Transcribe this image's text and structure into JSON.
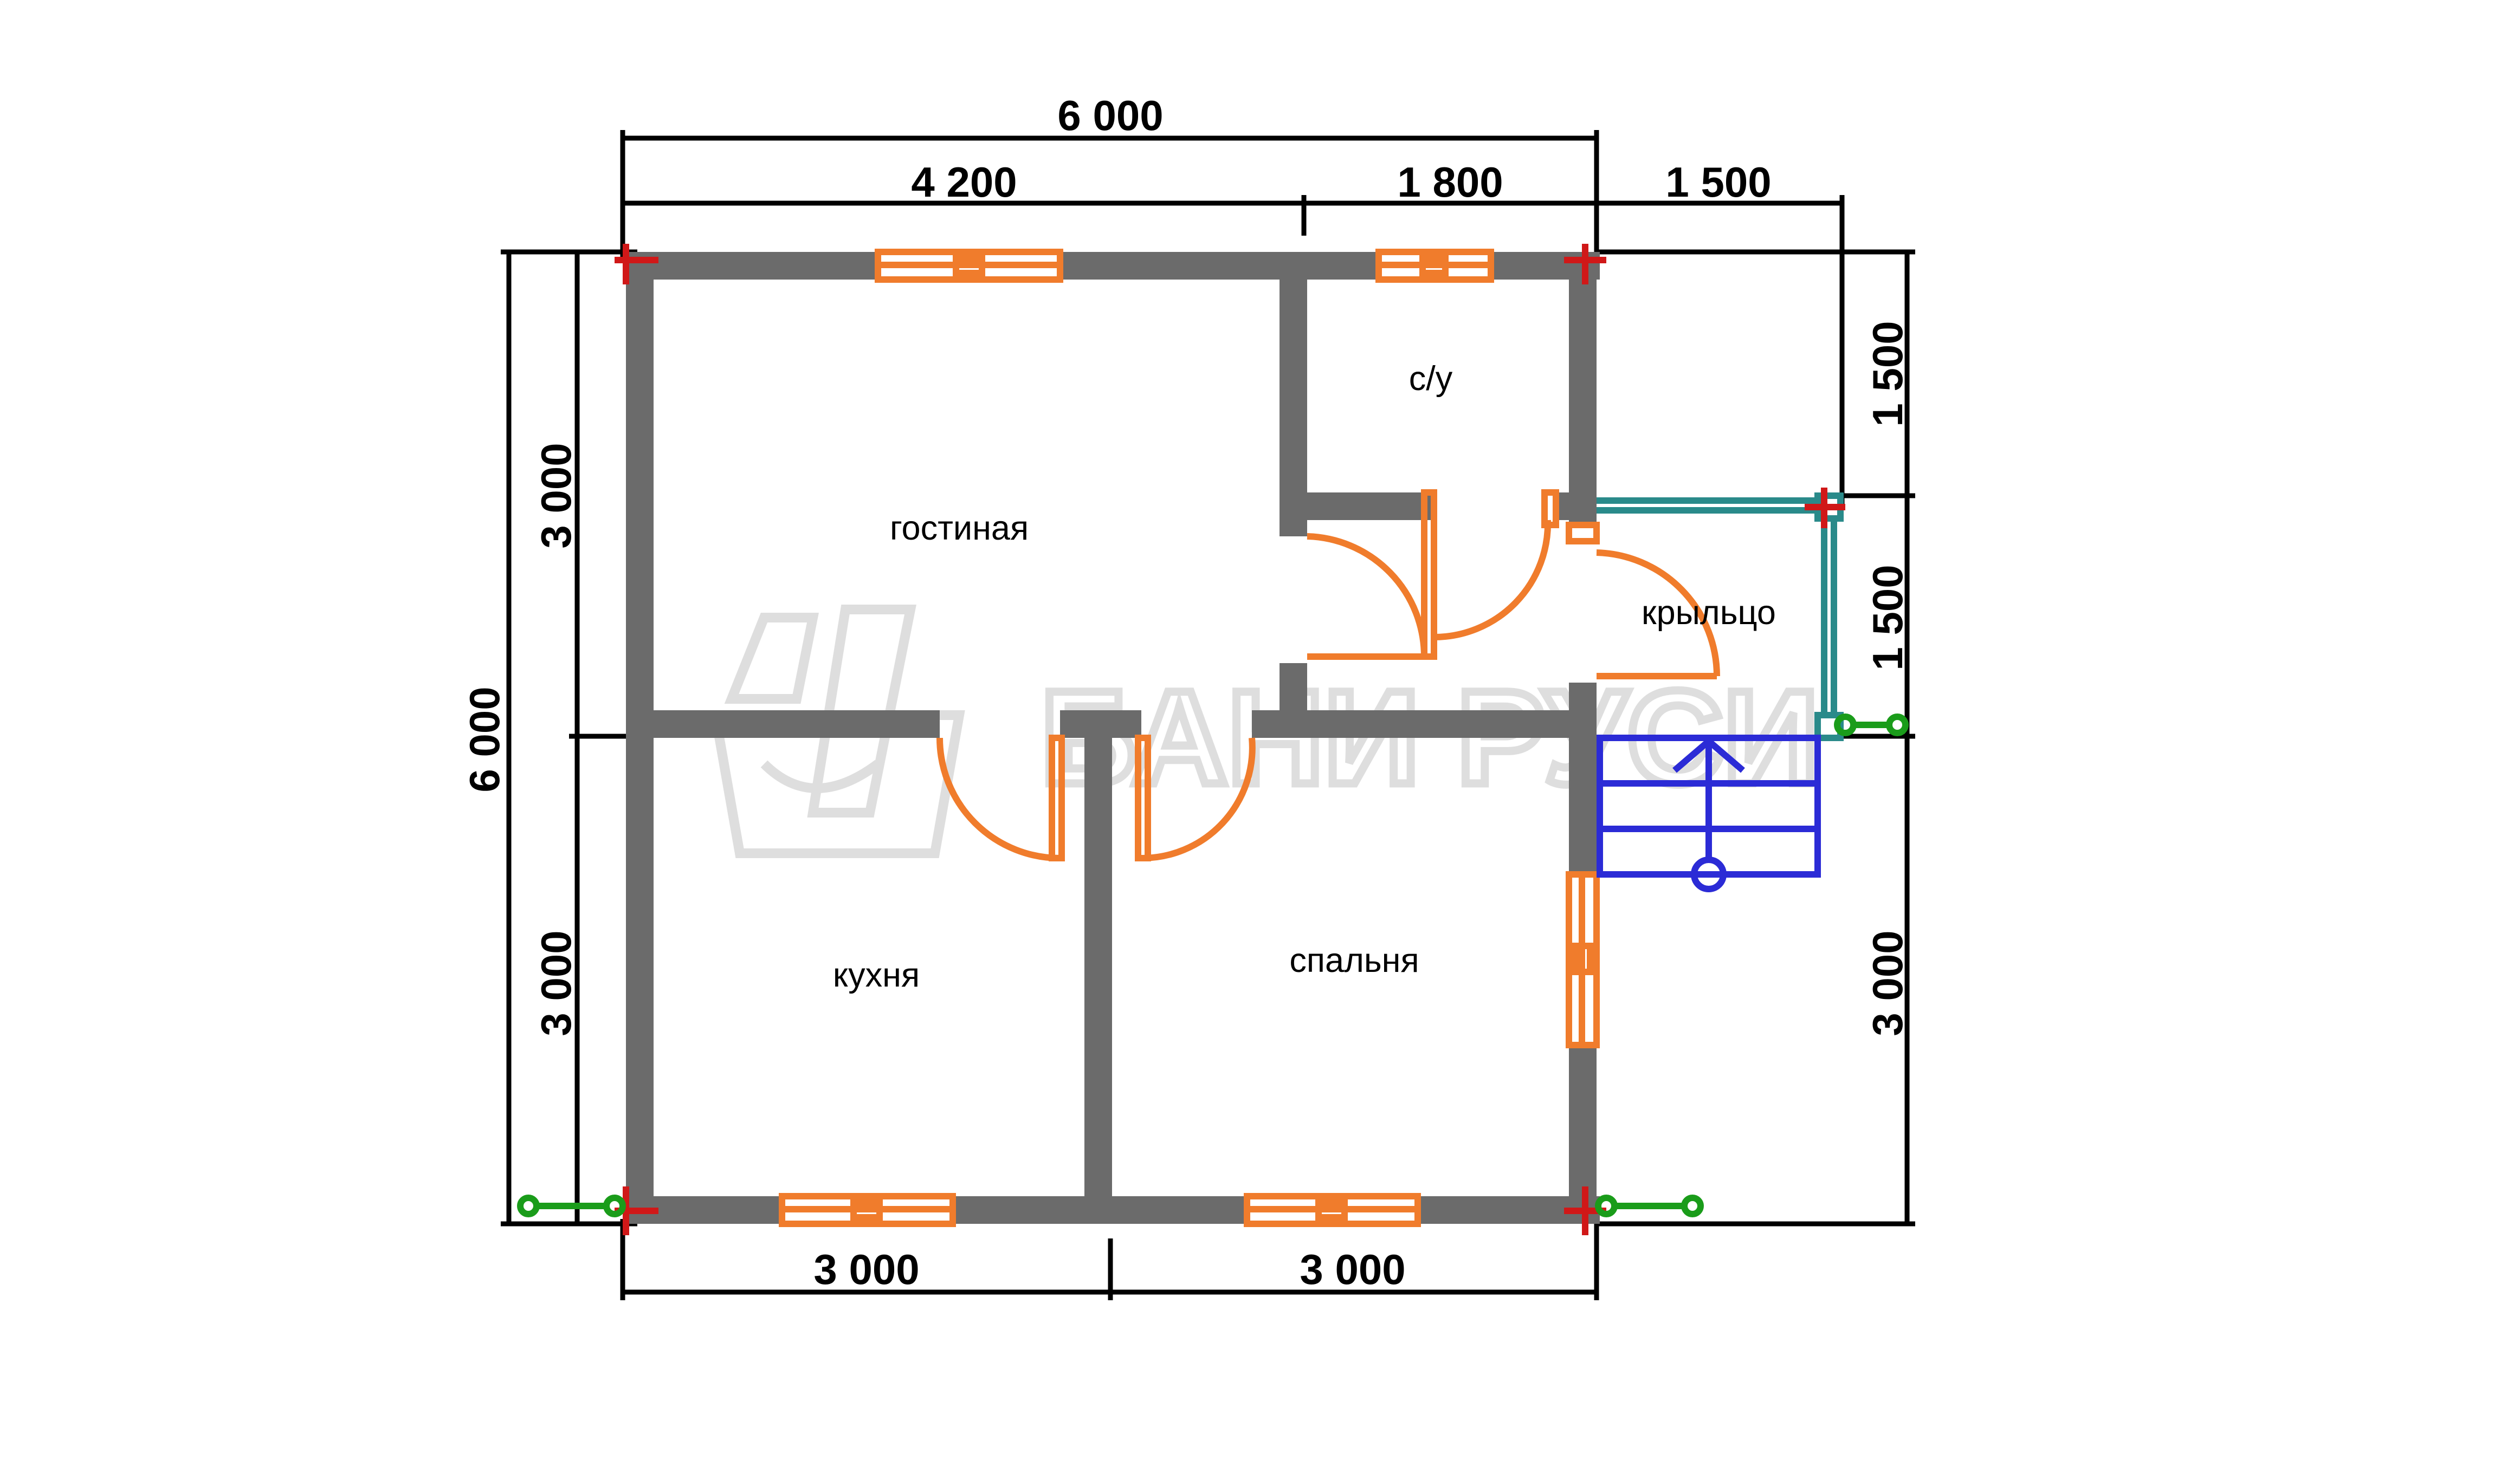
{
  "dimensions": {
    "top_total": "6 000",
    "top_left": "4 200",
    "top_right": "1 800",
    "top_porch": "1 500",
    "left_total": "6 000",
    "left_upper": "3 000",
    "left_lower": "3 000",
    "right_upper": "1 500",
    "right_middle": "1 500",
    "right_lower": "3 000",
    "bottom_left": "3 000",
    "bottom_right": "3 000"
  },
  "rooms": {
    "bathroom": "с/у",
    "living_room": "гостиная",
    "porch": "крыльцо",
    "kitchen": "кухня",
    "bedroom": "спальня"
  },
  "watermark": {
    "text": "БАНИ РУСИ"
  },
  "colors": {
    "wall": "#6b6b6b",
    "window_door": "#f07c2c",
    "stair": "#2b2bd6",
    "railing": "#2a8a8a",
    "axis": "#d01818",
    "watermark": "#dedede"
  }
}
